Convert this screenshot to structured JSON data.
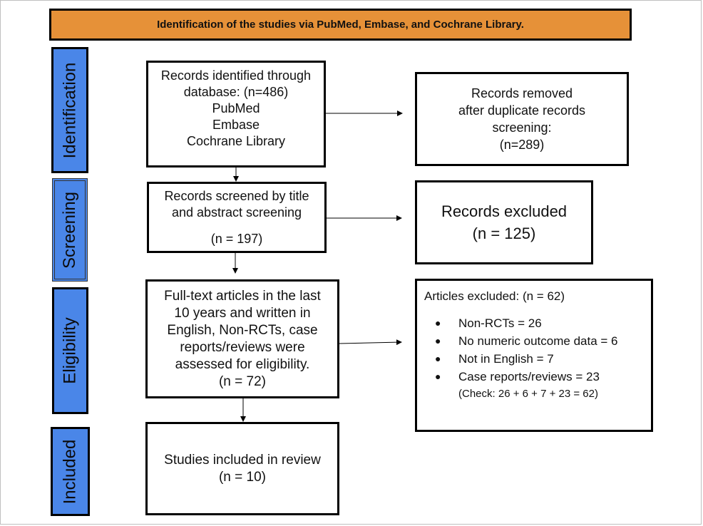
{
  "header": {
    "title": "Identification of the studies via PubMed, Embase, and Cochrane Library."
  },
  "stages": [
    {
      "label": "Identification"
    },
    {
      "label": "Screening"
    },
    {
      "label": "Eligibility"
    },
    {
      "label": "Included"
    }
  ],
  "flow": {
    "identified": {
      "lines": [
        "Records identified through",
        "database: (n=486)",
        "PubMed",
        "Embase",
        "Cochrane Library"
      ],
      "n": 486
    },
    "duplicates_removed": {
      "lines": [
        "Records removed",
        "after duplicate records",
        "screening:",
        "(n=289)"
      ],
      "n": 289
    },
    "screened": {
      "lines": [
        "Records screened by title",
        "and abstract screening"
      ],
      "count_label": "(n = 197)",
      "n": 197
    },
    "records_excluded": {
      "lines": [
        "Records excluded",
        "(n = 125)"
      ],
      "n": 125
    },
    "eligibility": {
      "lines": [
        "Full-text articles in the last",
        "10 years and written in",
        "English, Non-RCTs, case",
        "reports/reviews were",
        "assessed for eligibility.",
        "(n = 72)"
      ],
      "n": 72
    },
    "articles_excluded": {
      "title": "Articles excluded: (n = 62)",
      "n": 62,
      "bullet_glyph": "●",
      "reasons": [
        {
          "label": "Non-RCTs = 26",
          "n": 26
        },
        {
          "label": "No numeric outcome data = 6",
          "n": 6
        },
        {
          "label": "Not in English = 7",
          "n": 7
        },
        {
          "label": "Case reports/reviews = 23",
          "n": 23
        }
      ],
      "check": "(Check: 26 + 6 + 7 + 23 = 62)"
    },
    "included": {
      "lines": [
        "Studies included in review",
        "(n = 10)"
      ],
      "n": 10
    }
  },
  "colors": {
    "header": "#e69138",
    "stage": "#4a86e8",
    "border": "#000000"
  }
}
